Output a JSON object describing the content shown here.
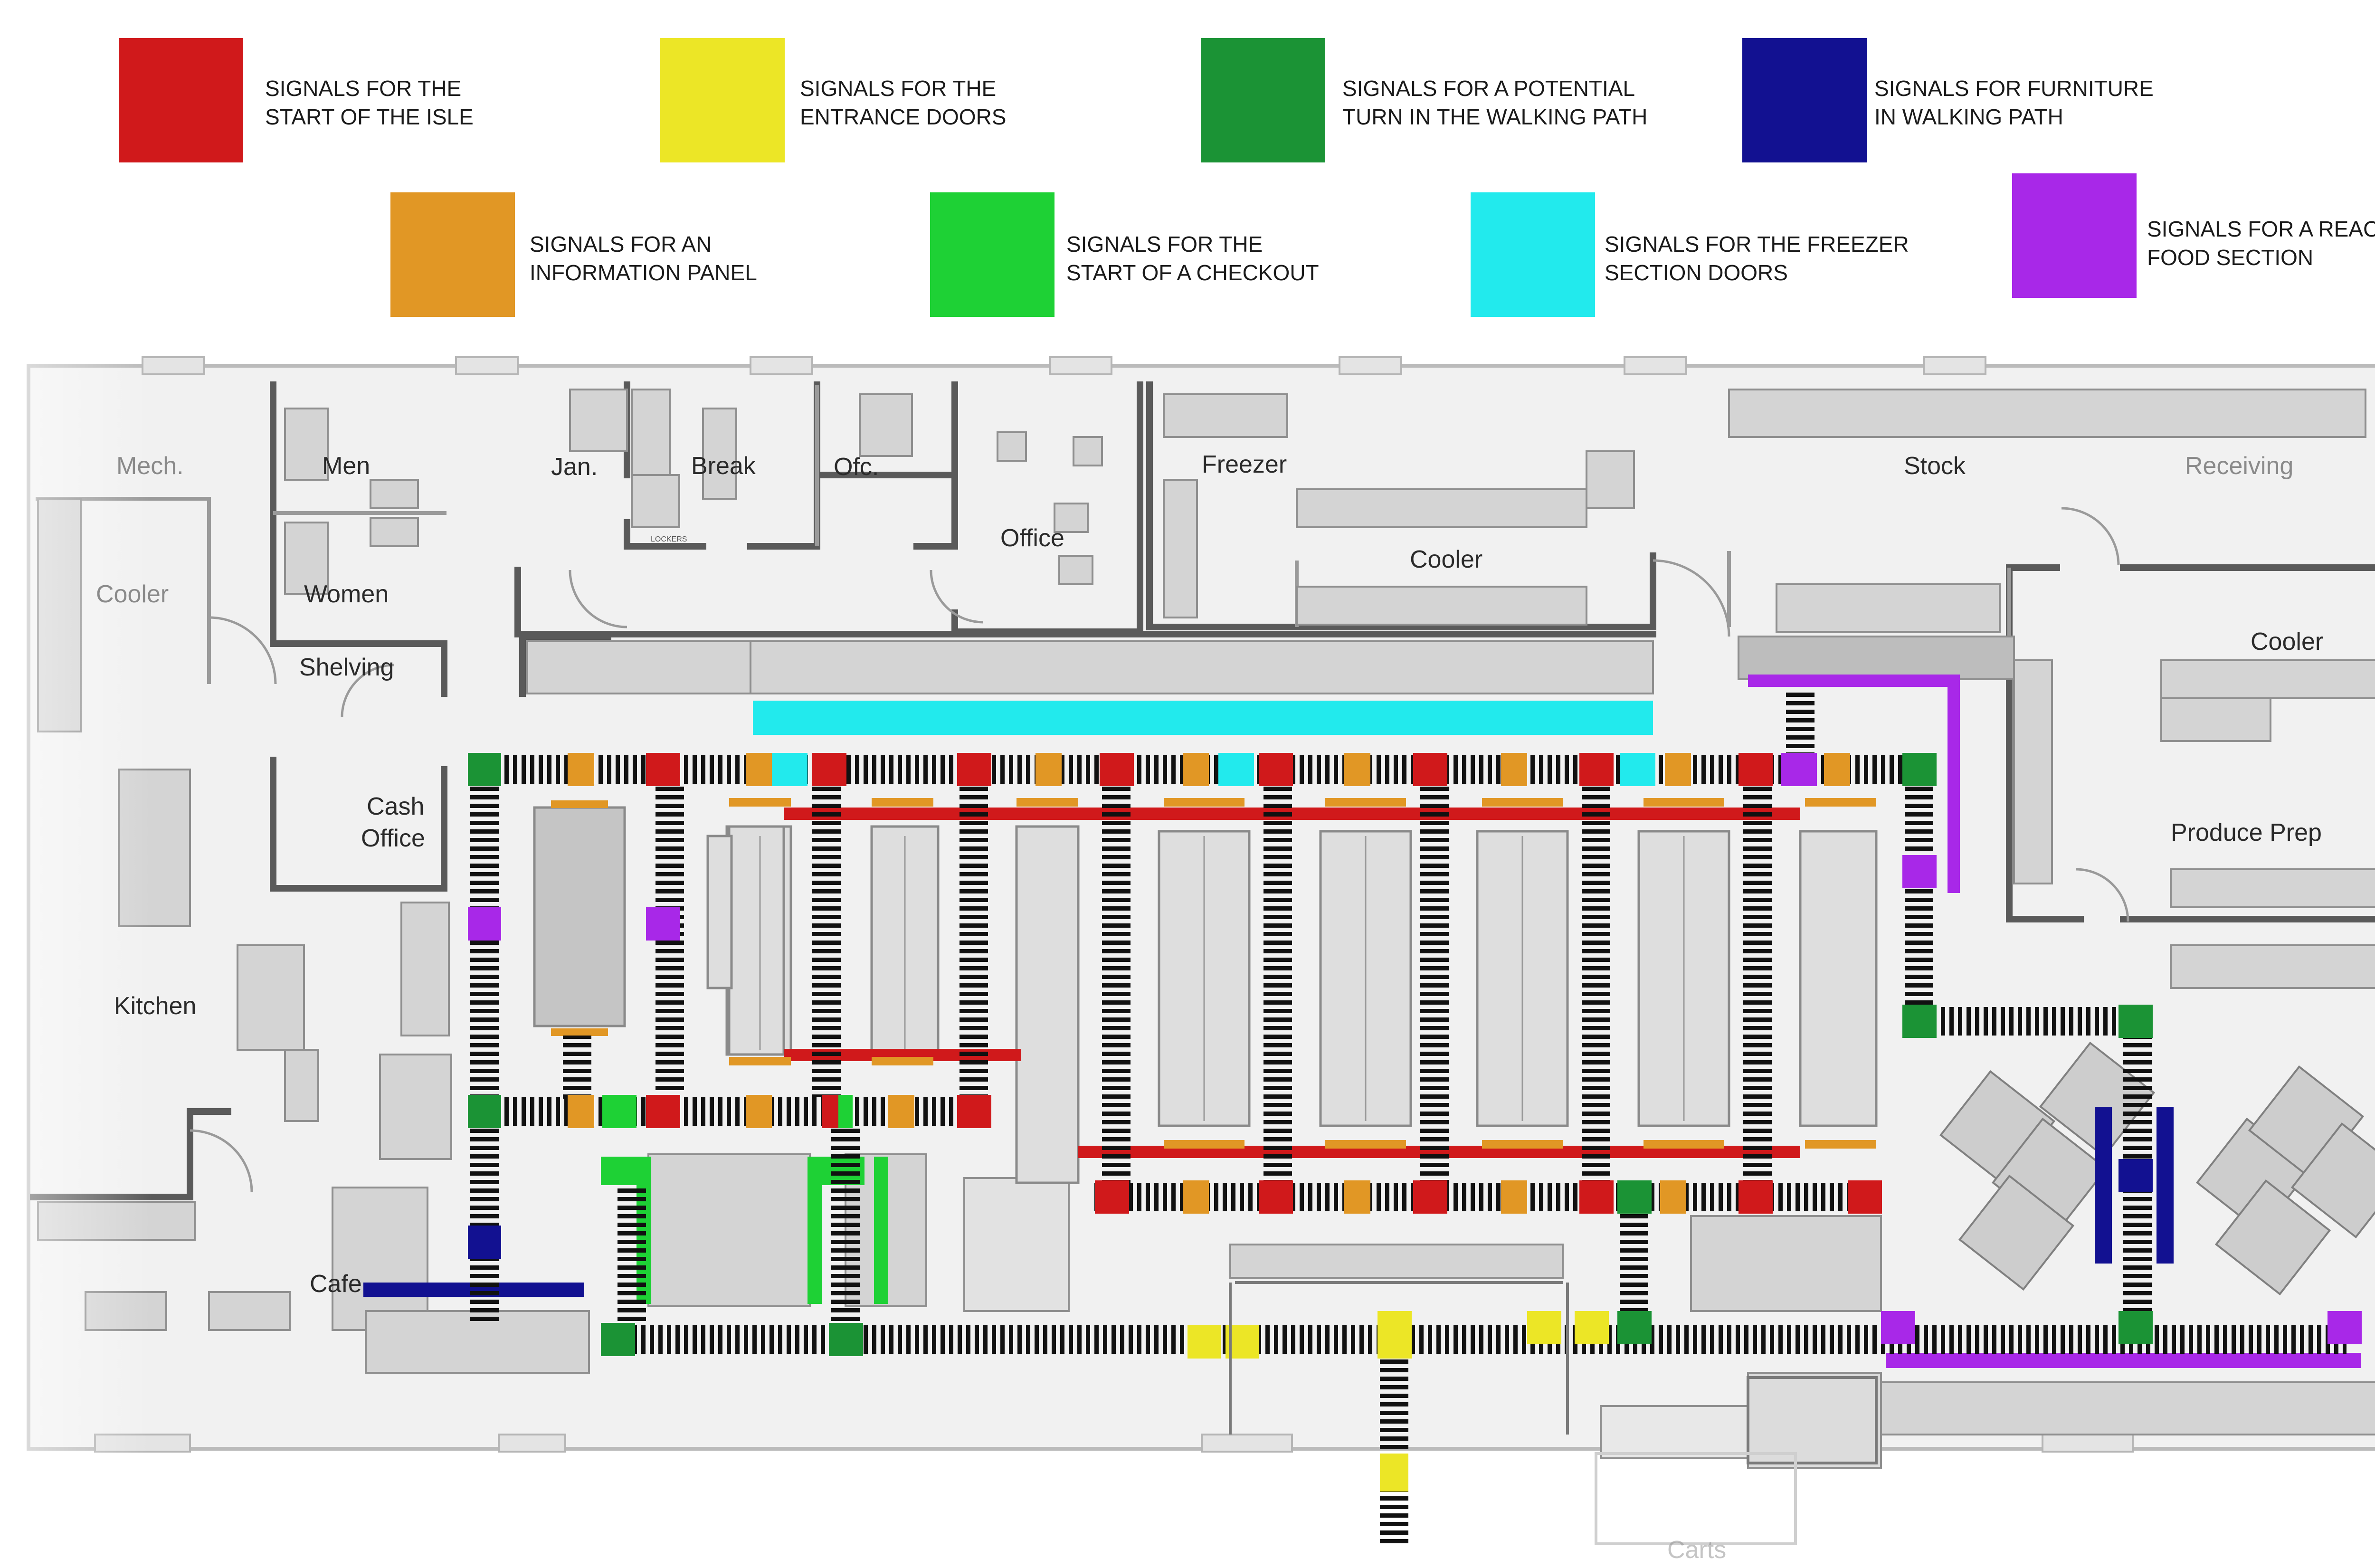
{
  "legend": [
    {
      "line1": "SIGNALS FOR THE",
      "line2": "START OF THE ISLE",
      "color": "#d0191b"
    },
    {
      "line1": "SIGNALS FOR THE",
      "line2": "ENTRANCE DOORS",
      "color": "#ece626"
    },
    {
      "line1": "SIGNALS FOR A POTENTIAL",
      "line2": "TURN IN THE WALKING PATH",
      "color": "#1b9335"
    },
    {
      "line1": "SIGNALS FOR FURNITURE",
      "line2": "IN WALKING PATH",
      "color": "#121191"
    },
    {
      "line1": "SIGNALS FOR AN",
      "line2": "INFORMATION PANEL",
      "color": "#e19725"
    },
    {
      "line1": "SIGNALS FOR THE",
      "line2": "START OF A CHECKOUT",
      "color": "#1ed135"
    },
    {
      "line1": "SIGNALS FOR THE FREEZER",
      "line2": "SECTION DOORS",
      "color": "#22eaed"
    },
    {
      "line1": "SIGNALS FOR A REACH IN",
      "line2": "FOOD SECTION",
      "color": "#a828e8"
    }
  ],
  "rooms": {
    "mech": "Mech.",
    "men": "Men",
    "jan": "Jan.",
    "break": "Break",
    "ofc": "Ofc.",
    "office": "Office",
    "freezer": "Freezer",
    "cooler_center": "Cooler",
    "stock": "Stock",
    "receiving": "Receiving",
    "cooler_left": "Cooler",
    "women": "Women",
    "shelving": "Shelving",
    "cooler_right": "Cooler",
    "cash": "Cash",
    "cash_office": "Office",
    "produce_prep": "Produce Prep",
    "kitchen": "Kitchen",
    "cafe": "Cafe",
    "carts": "Carts",
    "lockers": "LOCKERS"
  },
  "colors": {
    "red": "#d0191b",
    "yellow": "#ece626",
    "dark_green": "#1b9335",
    "navy": "#121191",
    "orange": "#e19725",
    "green": "#1ed135",
    "cyan": "#22eaed",
    "purple": "#a828e8",
    "wall": "#5a5a5a",
    "fixture": "#c8c8c8"
  }
}
